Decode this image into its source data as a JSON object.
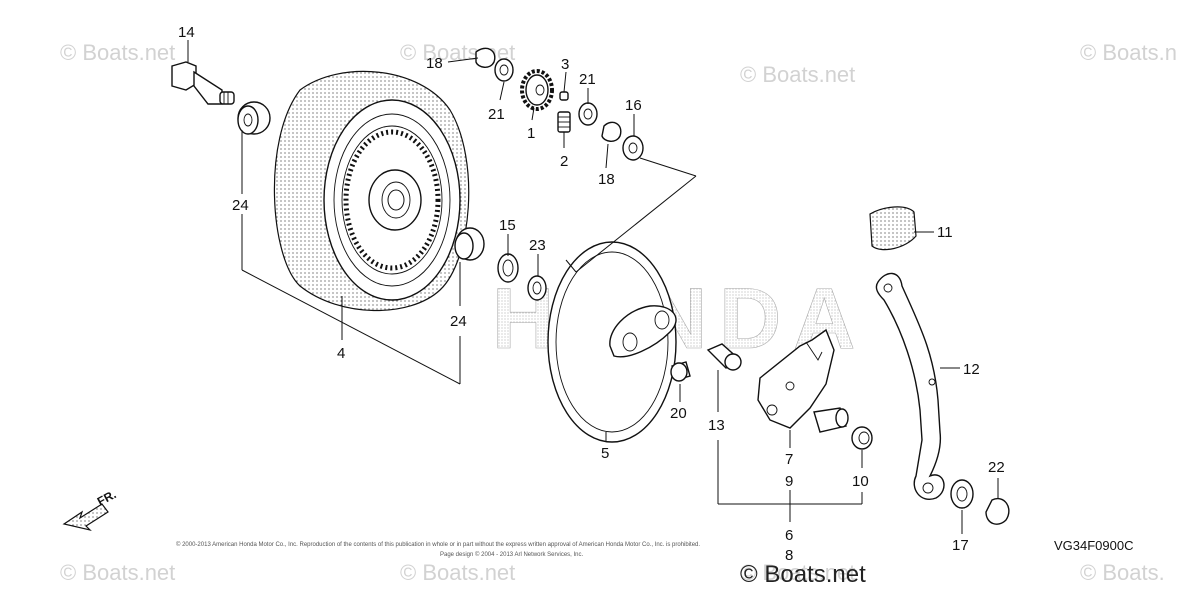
{
  "watermarks": [
    {
      "text": "© Boats.net"
    },
    {
      "text": "© Boats.net"
    },
    {
      "text": "© Boats.net"
    },
    {
      "text": "© Boats.n"
    },
    {
      "text": "© Boats.net"
    },
    {
      "text": "© Boats.net"
    },
    {
      "text": "© Boats.net"
    },
    {
      "text": "© Boats."
    }
  ],
  "brand_watermark": "HONDA",
  "callouts": [
    "14",
    "18",
    "21",
    "3",
    "21",
    "16",
    "1",
    "2",
    "18",
    "24",
    "15",
    "23",
    "24",
    "4",
    "11",
    "12",
    "5",
    "20",
    "13",
    "7",
    "9",
    "10",
    "22",
    "6",
    "8",
    "17"
  ],
  "direction_label": "FR.",
  "diagram_code": "VG34F0900C",
  "copyright_line_1": "© 2000-2013 American Honda Motor Co., Inc. Reproduction of the contents of this publication in whole or in part without the express written approval of American Honda Motor Co., Inc. is prohibited.",
  "copyright_line_2": "Page design © 2004 - 2013 Arl Network Services, Inc.",
  "bottom_watermark": "© Boats.net"
}
